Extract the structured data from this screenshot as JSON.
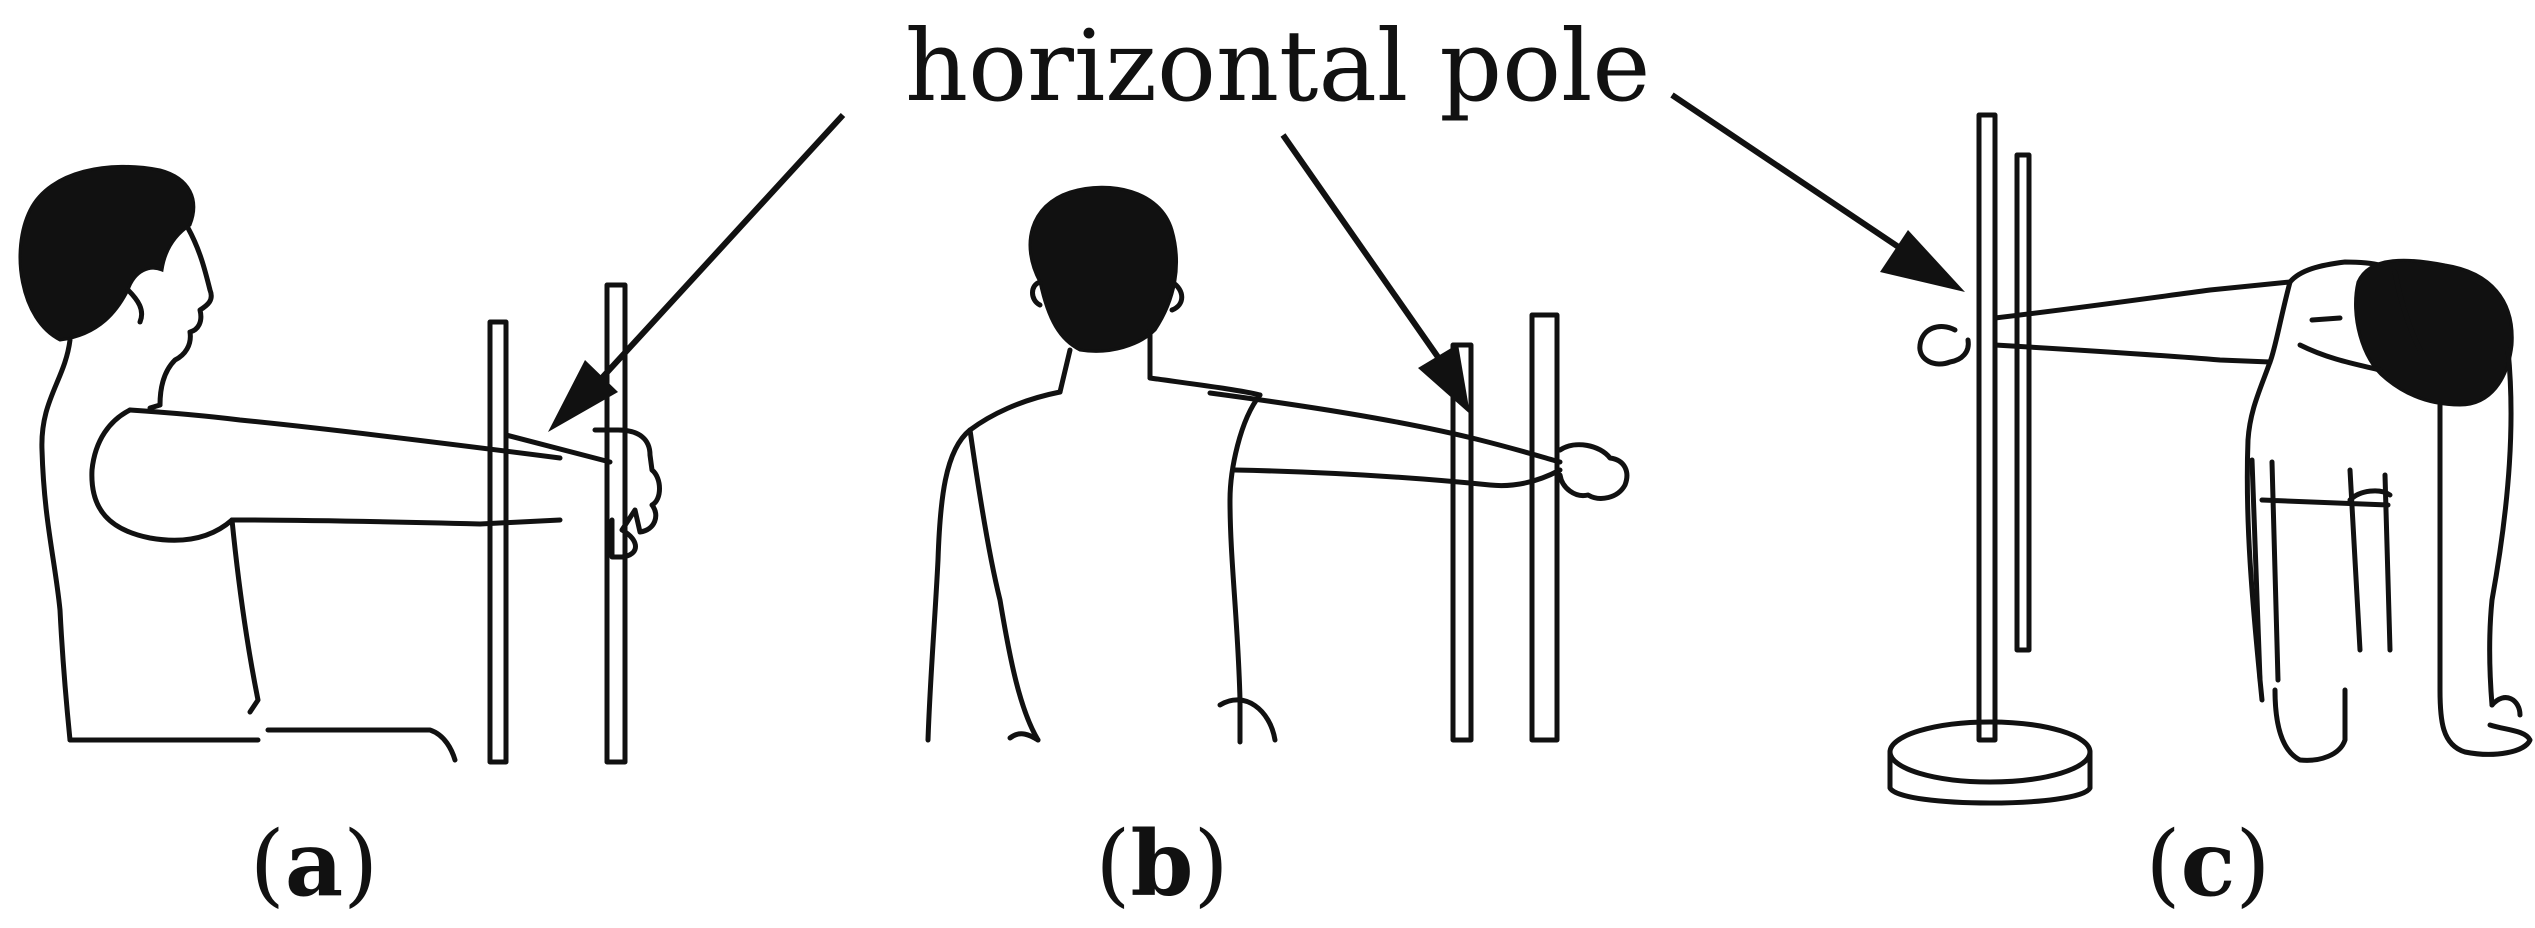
{
  "callout": {
    "label": "horizontal pole"
  },
  "panels": [
    {
      "open": "(",
      "letter": "a",
      "close": ")"
    },
    {
      "open": "(",
      "letter": "b",
      "close": ")"
    },
    {
      "open": "(",
      "letter": "c",
      "close": ")"
    }
  ]
}
